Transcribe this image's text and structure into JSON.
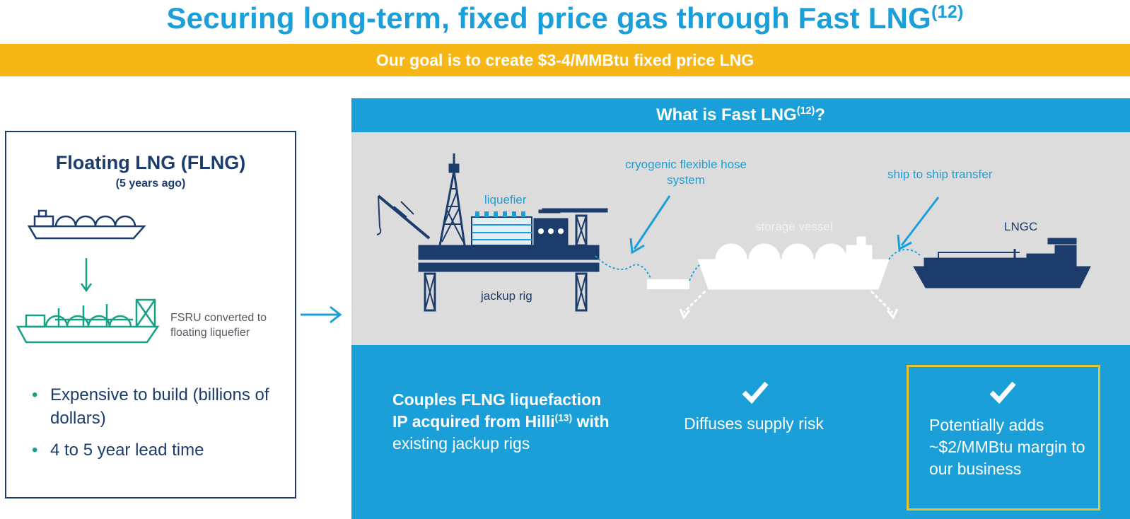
{
  "header": {
    "title": "Securing long-term, fixed price gas through Fast LNG",
    "title_sup": "(12)",
    "banner": "Our goal is to create $3-4/MMBtu fixed price LNG"
  },
  "left_panel": {
    "title": "Floating LNG (FLNG)",
    "subtitle": "(5 years ago)",
    "fsru_label": "FSRU converted to floating liquefier",
    "bullets": [
      "Expensive to build (billions of dollars)",
      "4 to 5 year lead time"
    ]
  },
  "right_panel": {
    "header": "What is Fast LNG",
    "header_sup": "(12)",
    "header_suffix": "?",
    "diagram_labels": {
      "liquefier": "liquefier",
      "hose": "cryogenic flexible hose system",
      "ship_transfer": "ship to ship transfer",
      "storage": "storage vessel",
      "lngc": "LNGC",
      "jackup": "jackup rig"
    },
    "couples_bold": "Couples FLNG liquefaction IP acquired from Hilli",
    "couples_sup": "(13)",
    "couples_bold_tail": " with",
    "couples_rest": "existing jackup rigs",
    "diffuses": "Diffuses supply risk",
    "potential": "Potentially adds ~$2/MMBtu margin to our business"
  },
  "colors": {
    "brand_blue": "#1a9fd8",
    "navy": "#1c3d6b",
    "banner_yellow": "#f6b716",
    "teal": "#16a085",
    "grey_bg": "#dcdcdc",
    "highlight_border": "#e8c12f"
  },
  "icons": [
    "ship-icon",
    "down-arrow-icon",
    "fsru-ship-icon",
    "right-arrow-icon",
    "jackup-rig-icon",
    "storage-vessel-icon",
    "lngc-ship-icon",
    "check-icon"
  ]
}
